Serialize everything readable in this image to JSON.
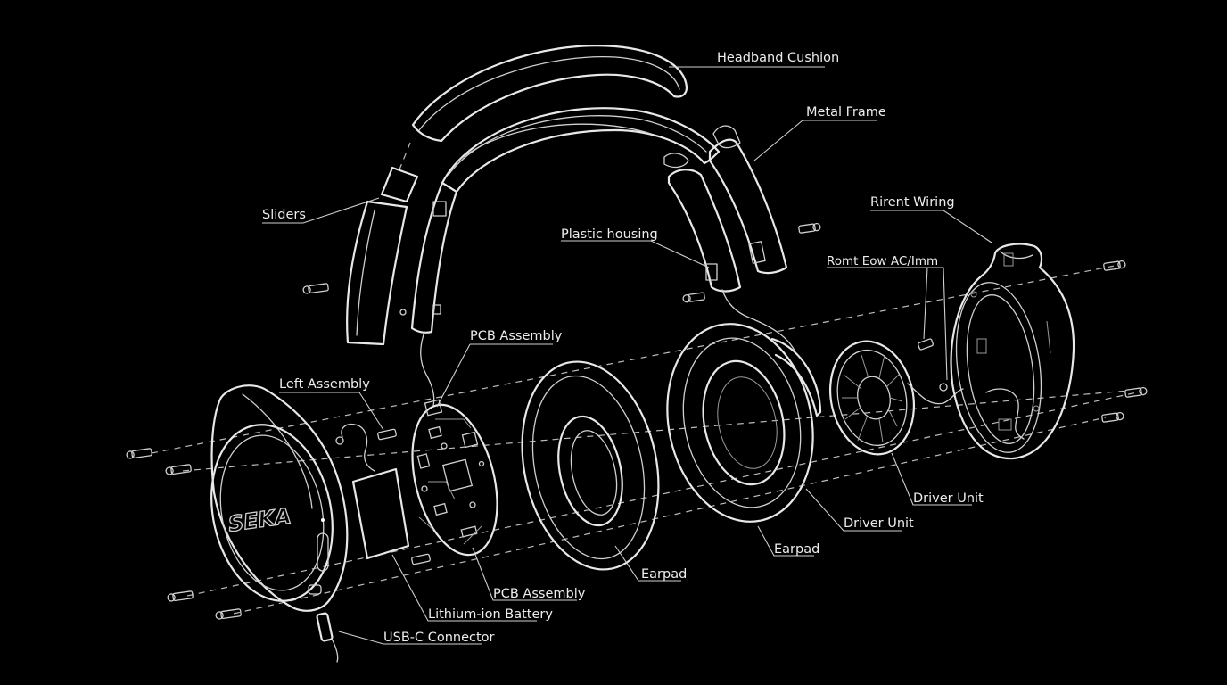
{
  "brand_logo": "SEKA",
  "labels": {
    "headband_cushion": "Headband Cushion",
    "metal_frame": "Metal Frame",
    "sliders": "Sliders",
    "rirent_wiring": "Rirent Wiring",
    "plastic_housing": "Plastic housing",
    "romt_eow": "Romt Eow AC/Imm",
    "pcb_assembly_top": "PCB Assembly",
    "left_assembly": "Left Assembly",
    "driver_unit_right": "Driver Unit",
    "driver_unit_mid": "Driver Unit",
    "earpad_right": "Earpad",
    "earpad_left": "Earpad",
    "pcb_assembly_bottom": "PCB Assembly",
    "lithium_battery": "Lithium-ion Battery",
    "usb_c_connector": "USB-C Connector"
  },
  "colors": {
    "background": "#000000",
    "line": "#e8e8e8",
    "text": "#ededed"
  }
}
